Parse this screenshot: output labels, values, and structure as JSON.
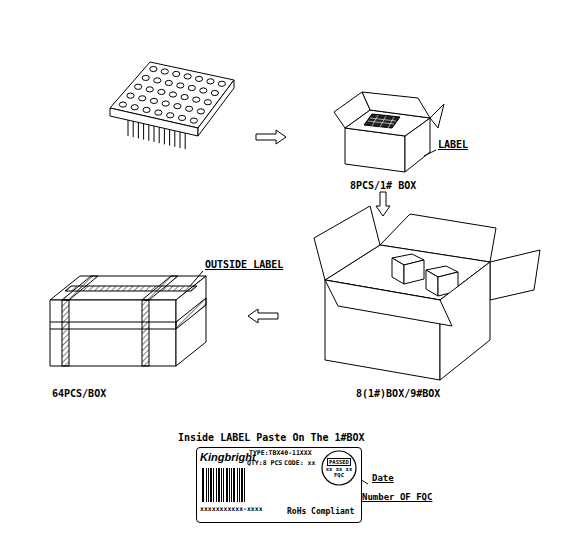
{
  "diagram": {
    "nodes": [
      {
        "text": [
          "Kingbright",
          "TYPE:TBX40-11XXX",
          "QTY:8 PCS",
          "CODE: xx",
          "xxxxxxxxxxx-xxxx",
          "RoHs Compliant"
        ]
      },
      {
        "text": [
          "PASSED",
          "xx xx xx",
          "FQC"
        ],
        "in": 0
      }
    ],
    "labels": [
      "LABEL",
      "8PCS/1# BOX",
      "OUTSIDE LABEL",
      "8(1#)BOX/9#BOX",
      "64PCS/BOX",
      "Inside LABEL Paste On The 1#BOX",
      "Date",
      "Number OF FQC"
    ]
  }
}
